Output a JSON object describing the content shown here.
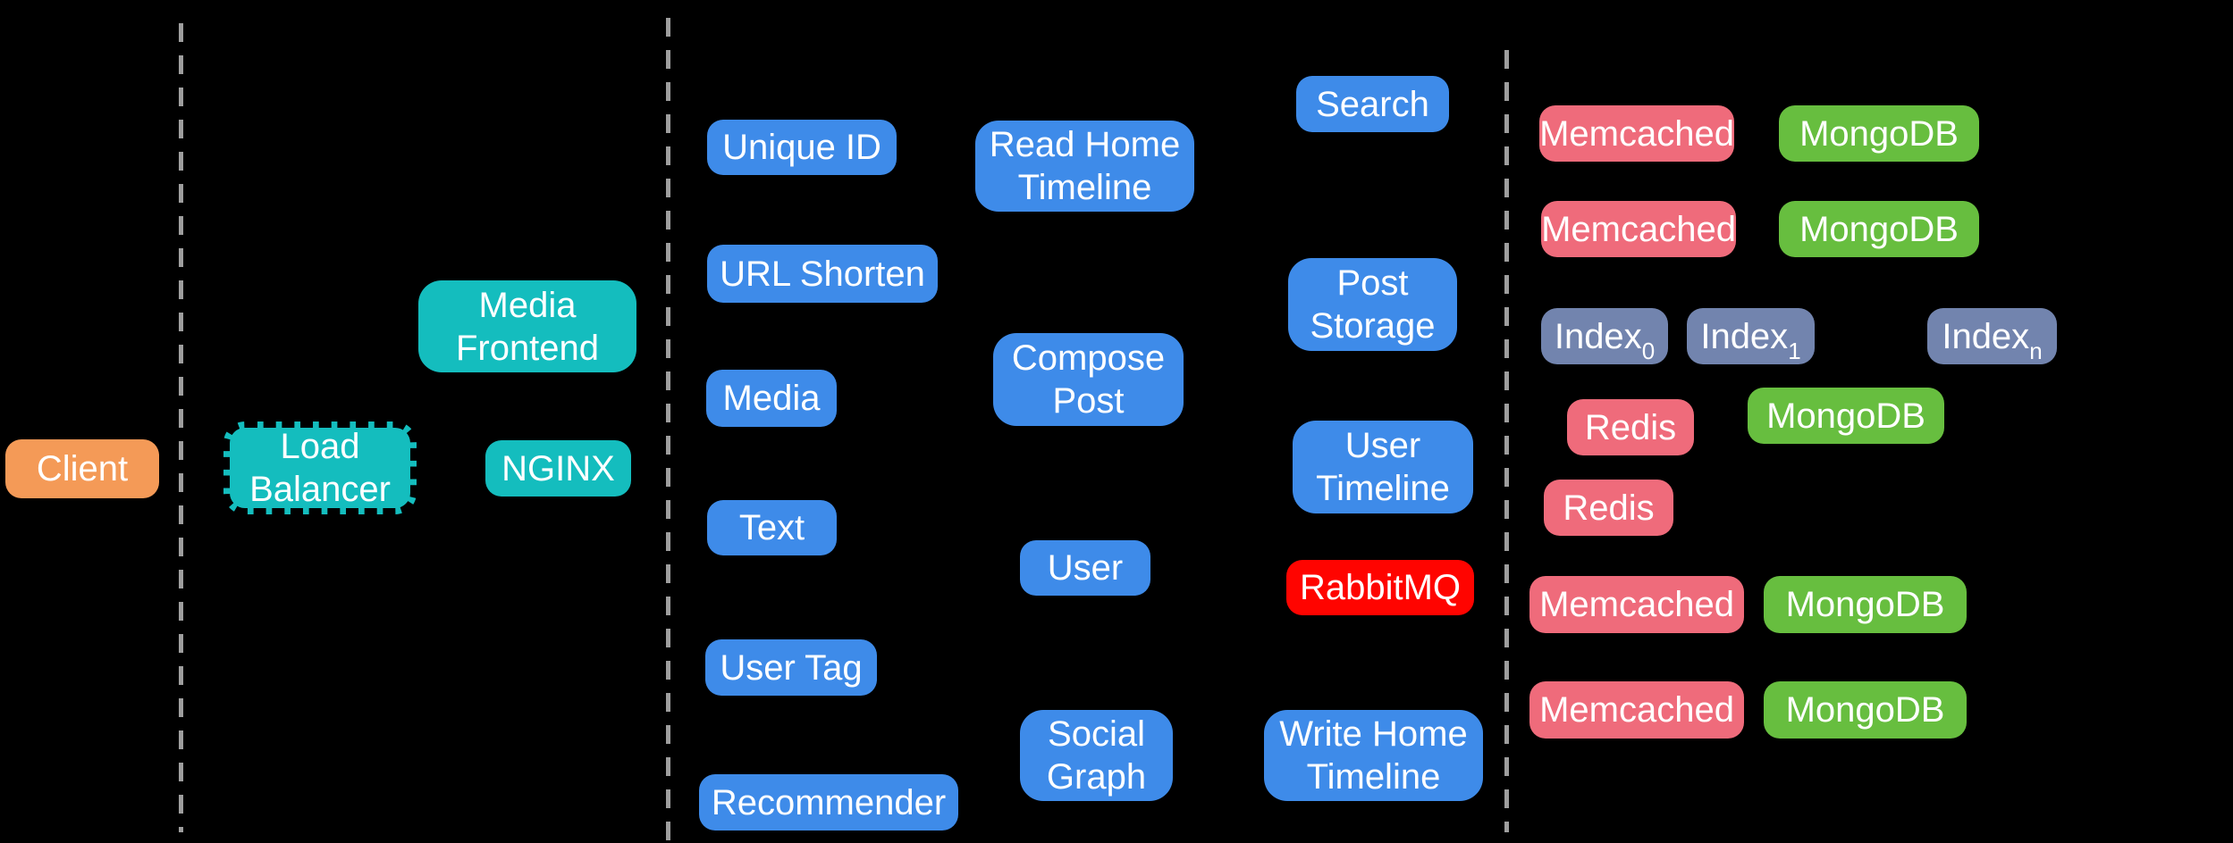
{
  "diagram": {
    "background": "#000000",
    "separator_color": "#9e9e9e",
    "text_color": "#ffffff",
    "palette": {
      "client": "#f49a57",
      "frontend": "#14bdbe",
      "service": "#3e8be9",
      "queue": "#ff0400",
      "cache": "#ef6b7b",
      "database": "#67be3f",
      "index": "#7284ae"
    },
    "nodes": {
      "client": {
        "label": "Client",
        "role": "client"
      },
      "load_balancer": {
        "line1": "Load",
        "line2": "Balancer",
        "role": "frontend"
      },
      "media_frontend": {
        "line1": "Media",
        "line2": "Frontend",
        "role": "frontend"
      },
      "nginx": {
        "label": "NGINX",
        "role": "frontend"
      },
      "unique_id": {
        "label": "Unique ID",
        "role": "service"
      },
      "url_shorten": {
        "label": "URL Shorten",
        "role": "service"
      },
      "media": {
        "label": "Media",
        "role": "service"
      },
      "text": {
        "label": "Text",
        "role": "service"
      },
      "user_tag": {
        "label": "User Tag",
        "role": "service"
      },
      "recommender": {
        "label": "Recommender",
        "role": "service"
      },
      "read_home_timeline": {
        "line1": "Read Home",
        "line2": "Timeline",
        "role": "service"
      },
      "compose_post": {
        "line1": "Compose",
        "line2": "Post",
        "role": "service"
      },
      "user": {
        "label": "User",
        "role": "service"
      },
      "social_graph": {
        "line1": "Social",
        "line2": "Graph",
        "role": "service"
      },
      "search": {
        "label": "Search",
        "role": "service"
      },
      "post_storage": {
        "line1": "Post",
        "line2": "Storage",
        "role": "service"
      },
      "user_timeline": {
        "line1": "User",
        "line2": "Timeline",
        "role": "service"
      },
      "rabbitmq": {
        "label": "RabbitMQ",
        "role": "queue"
      },
      "write_home_timeline": {
        "line1": "Write Home",
        "line2": "Timeline",
        "role": "service"
      },
      "memcached_1": {
        "label": "Memcached",
        "role": "cache"
      },
      "mongodb_1": {
        "label": "MongoDB",
        "role": "database"
      },
      "memcached_2": {
        "label": "Memcached",
        "role": "cache"
      },
      "mongodb_2": {
        "label": "MongoDB",
        "role": "database"
      },
      "index_0": {
        "label": "Index",
        "sub": "0",
        "role": "index"
      },
      "index_1": {
        "label": "Index",
        "sub": "1",
        "role": "index"
      },
      "index_n": {
        "label": "Index",
        "sub": "n",
        "role": "index"
      },
      "redis_1": {
        "label": "Redis",
        "role": "cache"
      },
      "mongodb_3": {
        "label": "MongoDB",
        "role": "database"
      },
      "redis_2": {
        "label": "Redis",
        "role": "cache"
      },
      "memcached_3": {
        "label": "Memcached",
        "role": "cache"
      },
      "mongodb_4": {
        "label": "MongoDB",
        "role": "database"
      },
      "memcached_4": {
        "label": "Memcached",
        "role": "cache"
      },
      "mongodb_5": {
        "label": "MongoDB",
        "role": "database"
      }
    }
  }
}
